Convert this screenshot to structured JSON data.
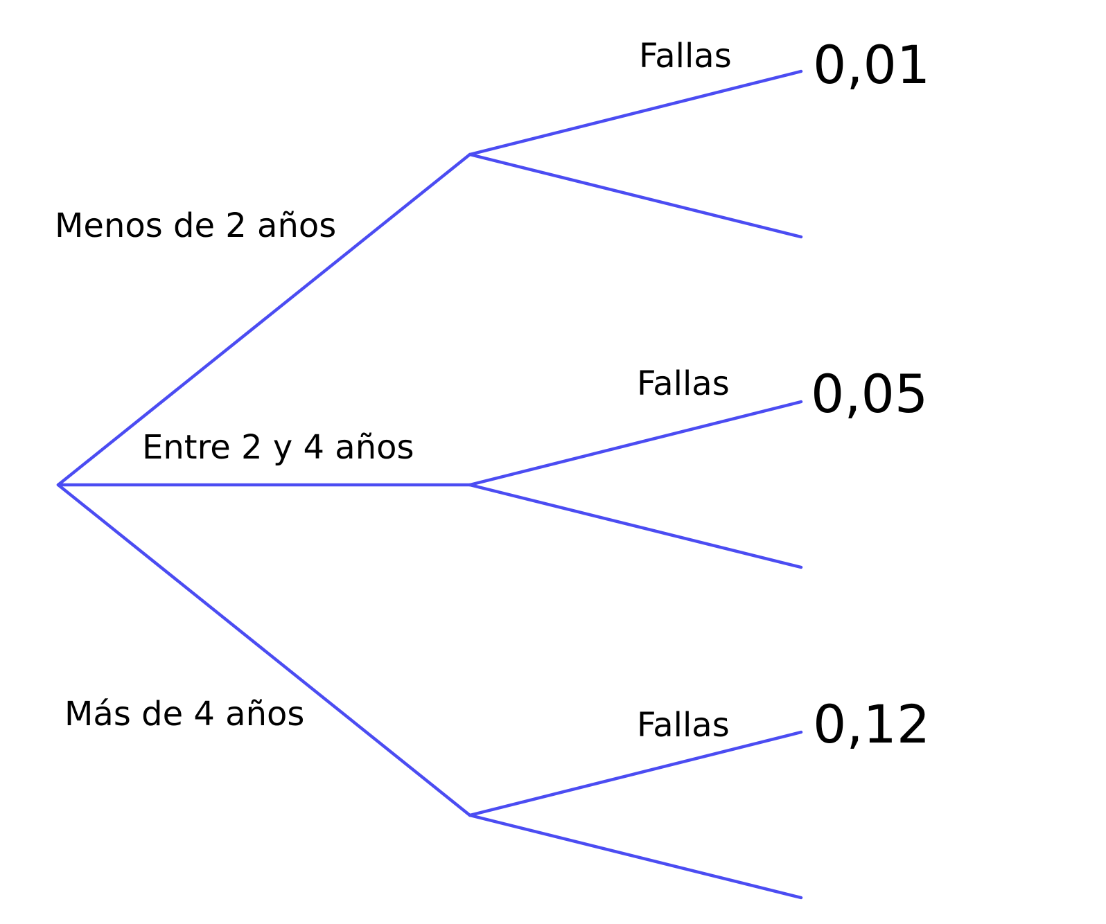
{
  "diagram": {
    "line_color": "#4b4cf2",
    "root_branches": [
      {
        "label": "Menos de 2 años",
        "sub_branches": [
          {
            "label": "Fallas",
            "probability": "0,01"
          },
          {
            "label": "",
            "probability": ""
          }
        ]
      },
      {
        "label": "Entre 2 y 4 años",
        "sub_branches": [
          {
            "label": "Fallas",
            "probability": "0,05"
          },
          {
            "label": "",
            "probability": ""
          }
        ]
      },
      {
        "label": "Más de 4 años",
        "sub_branches": [
          {
            "label": "Fallas",
            "probability": "0,12"
          },
          {
            "label": "",
            "probability": ""
          }
        ]
      }
    ]
  }
}
